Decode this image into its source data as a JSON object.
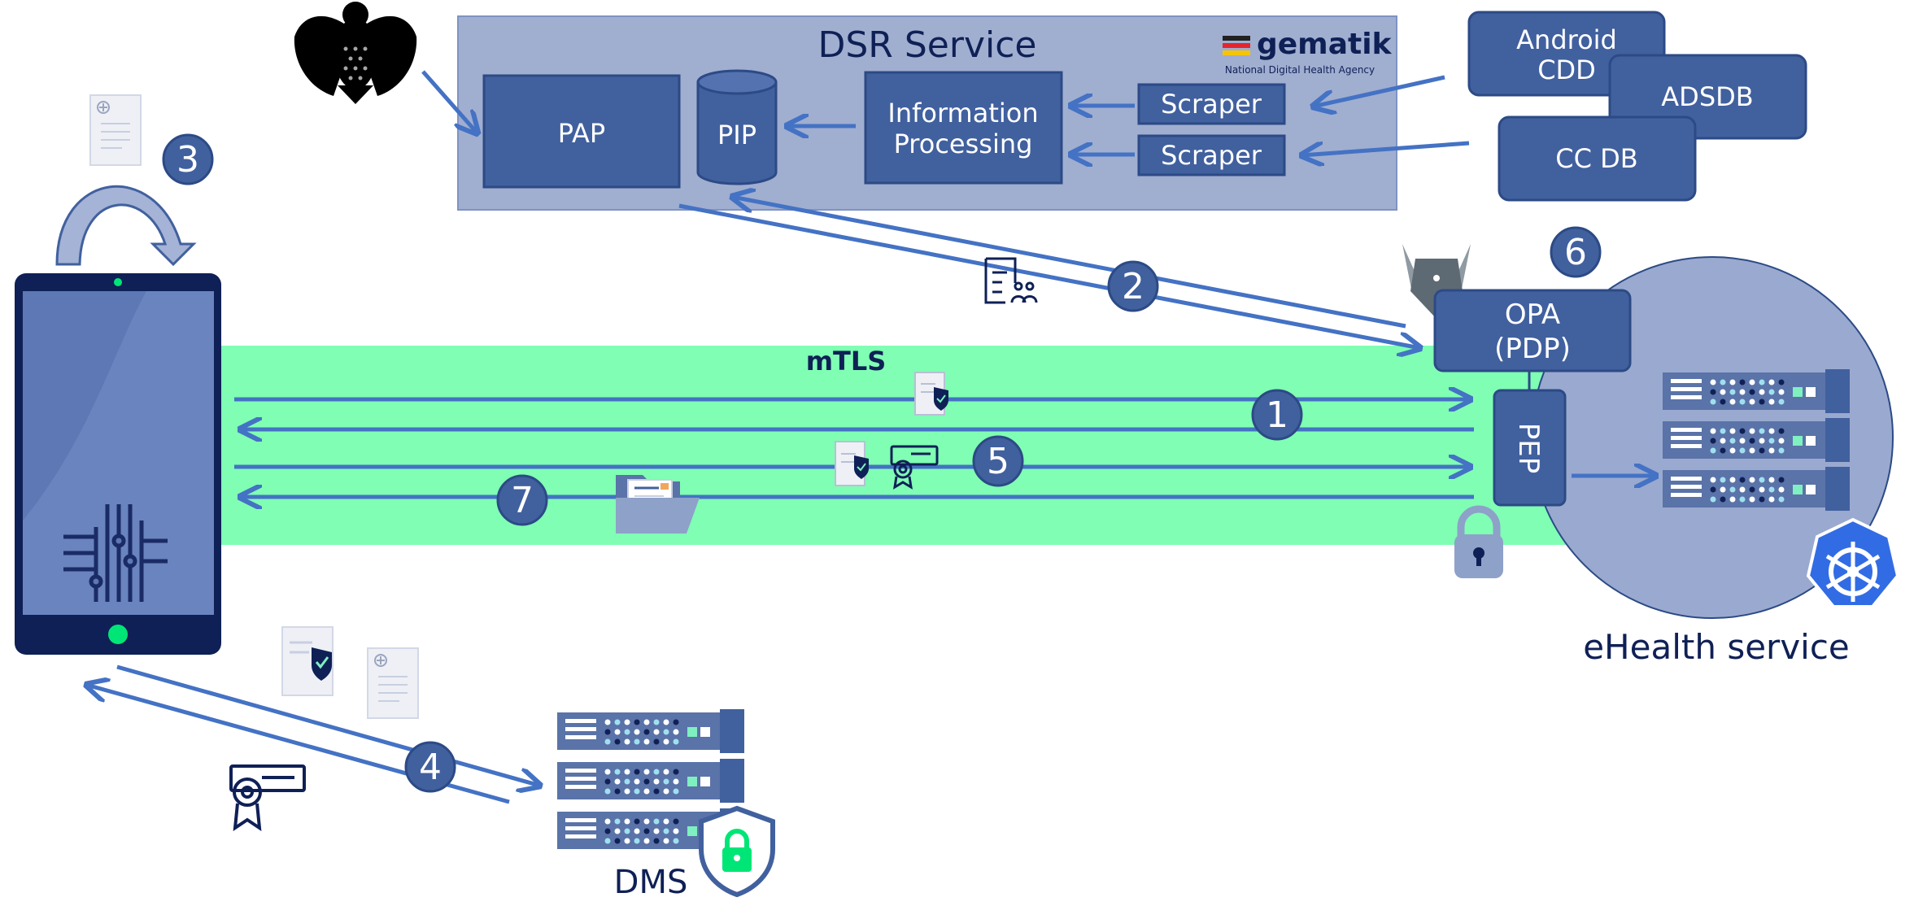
{
  "dsr_service": {
    "title": "DSR Service",
    "pap": "PAP",
    "pip": "PIP",
    "info_processing": [
      "Information",
      "Processing"
    ],
    "scraper_1": "Scraper",
    "scraper_2": "Scraper",
    "gematik": {
      "name": "gematik",
      "tagline": "National Digital Health Agency"
    }
  },
  "sources": {
    "android_cdd": [
      "Android",
      "CDD"
    ],
    "adsdb": "ADSDB",
    "cc_db": "CC DB"
  },
  "channel": {
    "label": "mTLS"
  },
  "ehealth": {
    "opa": [
      "OPA",
      "(PDP)"
    ],
    "pep": "PEP",
    "label": "eHealth service"
  },
  "dms": {
    "label": "DMS"
  },
  "steps": [
    "1",
    "2",
    "3",
    "4",
    "5",
    "6",
    "7"
  ],
  "colors": {
    "box_fill": "#41609e",
    "box_border": "#2c4a85",
    "dsr_bg": "#a0aed0",
    "arrow": "#4472c4",
    "badge": "#41609e",
    "channel": "#80ffb4",
    "phone_frame": "#0f2056",
    "dark_text": "#0f2056",
    "kubernetes": "#326ce5",
    "ehealth_circle": "#9aa9cf"
  },
  "icons": [
    "eagle-icon",
    "gematik-logo-icon",
    "opa-logo-icon",
    "kubernetes-icon",
    "lock-icon",
    "shield-lock-icon",
    "certificate-icon",
    "document-icon",
    "folder-icon",
    "server-icon"
  ]
}
